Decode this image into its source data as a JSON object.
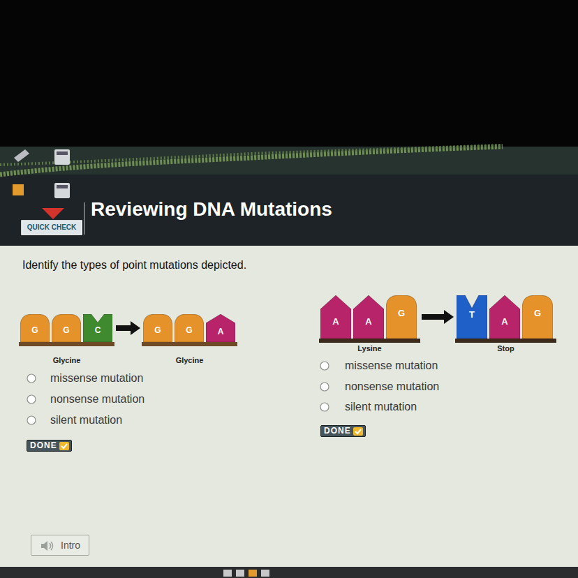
{
  "diagram": {
    "title": "Reviewing DNA Mutations",
    "nodes": [
      {
        "text": [
          "Glycine"
        ]
      },
      {
        "text": [
          "G"
        ],
        "in": 0
      },
      {
        "text": [
          "G"
        ],
        "in": 0
      },
      {
        "text": [
          "C"
        ],
        "in": 0
      },
      {
        "text": [
          "Glycine"
        ]
      },
      {
        "text": [
          "G"
        ],
        "in": 4
      },
      {
        "text": [
          "G"
        ],
        "in": 4
      },
      {
        "text": [
          "A"
        ],
        "in": 4
      },
      {
        "text": [
          "Lysine"
        ]
      },
      {
        "text": [
          "A"
        ],
        "in": 8
      },
      {
        "text": [
          "A"
        ],
        "in": 8
      },
      {
        "text": [
          "G"
        ],
        "in": 8
      },
      {
        "text": [
          "Stop"
        ]
      },
      {
        "text": [
          "T"
        ],
        "in": 12
      },
      {
        "text": [
          "A"
        ],
        "in": 12
      },
      {
        "text": [
          "G"
        ],
        "in": 12
      },
      {
        "text": [
          "DONE"
        ]
      },
      {
        "text": [
          "DONE"
        ]
      },
      {
        "text": [
          "Intro"
        ]
      }
    ],
    "edges": [
      {
        "from": 0,
        "to": 4,
        "arrow": "to"
      },
      {
        "from": 8,
        "to": 12,
        "arrow": "to"
      }
    ],
    "labels": [
      "QUICK CHECK",
      "Identify the types of point mutations depicted.",
      "missense mutation",
      "nonsense mutation",
      "silent mutation",
      "missense mutation",
      "nonsense mutation",
      "silent mutation"
    ]
  }
}
